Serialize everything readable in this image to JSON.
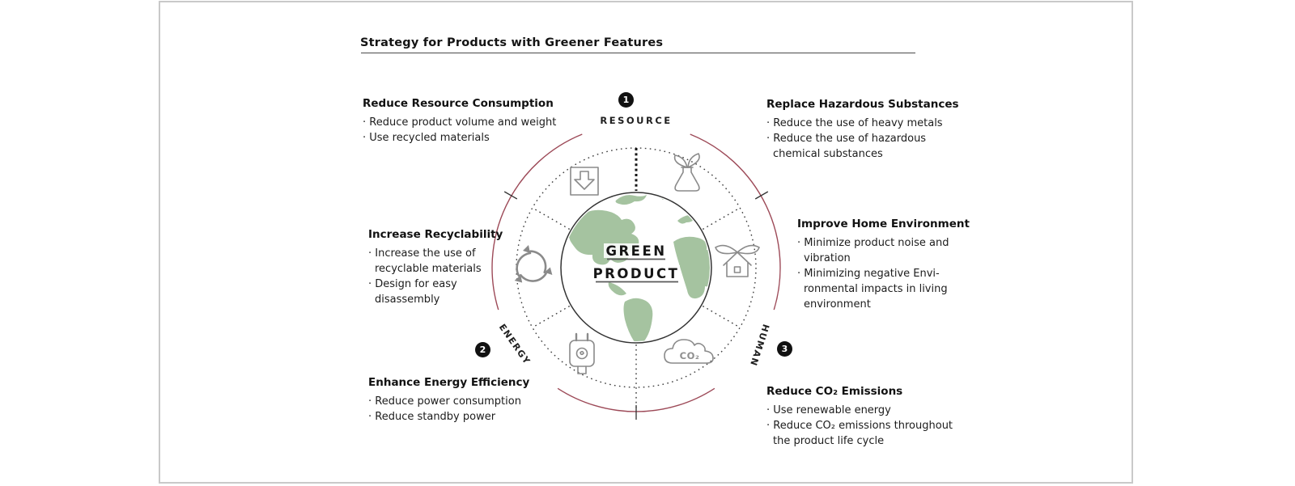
{
  "title": "Strategy for Products with Greener Features",
  "bullet_marker": "·",
  "diagram": {
    "arc_labels": {
      "top": "RESOURCE",
      "left": "ENERGY",
      "right": "HUMAN"
    },
    "badges": {
      "one": "1",
      "two": "2",
      "three": "3"
    },
    "center": {
      "line1": "GREEN",
      "line2": "PRODUCT"
    },
    "co2_icon_text": "CO₂",
    "icons": [
      "reduce-volume-box-arrow-icon",
      "hazardous-substance-flask-leaf-icon",
      "recycle-icon",
      "eco-house-leaf-icon",
      "power-plug-icon",
      "co2-cloud-icon"
    ],
    "colors": {
      "arc": "#9d4a58",
      "continent": "#a5c3a0",
      "icon": "#8a8a8a",
      "badge_bg": "#111111",
      "badge_fg": "#ffffff"
    }
  },
  "sections": [
    {
      "id": "reduce-resource-consumption",
      "title": "Reduce Resource Consumption",
      "bullets": [
        [
          "Reduce product volume and weight"
        ],
        [
          "Use recycled materials"
        ]
      ]
    },
    {
      "id": "increase-recyclability",
      "title": "Increase Recyclability",
      "bullets": [
        [
          "Increase the use of",
          "recyclable materials"
        ],
        [
          "Design for easy",
          "disassembly"
        ]
      ]
    },
    {
      "id": "enhance-energy-efficiency",
      "title": "Enhance Energy Efficiency",
      "bullets": [
        [
          "Reduce power consumption"
        ],
        [
          "Reduce standby power"
        ]
      ]
    },
    {
      "id": "replace-hazardous-substances",
      "title": "Replace Hazardous Substances",
      "bullets": [
        [
          "Reduce the use of heavy metals"
        ],
        [
          "Reduce the use of hazardous",
          "chemical substances"
        ]
      ]
    },
    {
      "id": "improve-home-environment",
      "title": "Improve Home Environment",
      "bullets": [
        [
          "Minimize product noise and",
          "vibration"
        ],
        [
          "Minimizing negative Envi-",
          "ronmental impacts in living",
          "environment"
        ]
      ]
    },
    {
      "id": "reduce-co2-emissions",
      "title": "Reduce CO₂ Emissions",
      "bullets": [
        [
          "Use renewable energy"
        ],
        [
          "Reduce CO₂ emissions throughout",
          "the product life cycle"
        ]
      ]
    }
  ]
}
